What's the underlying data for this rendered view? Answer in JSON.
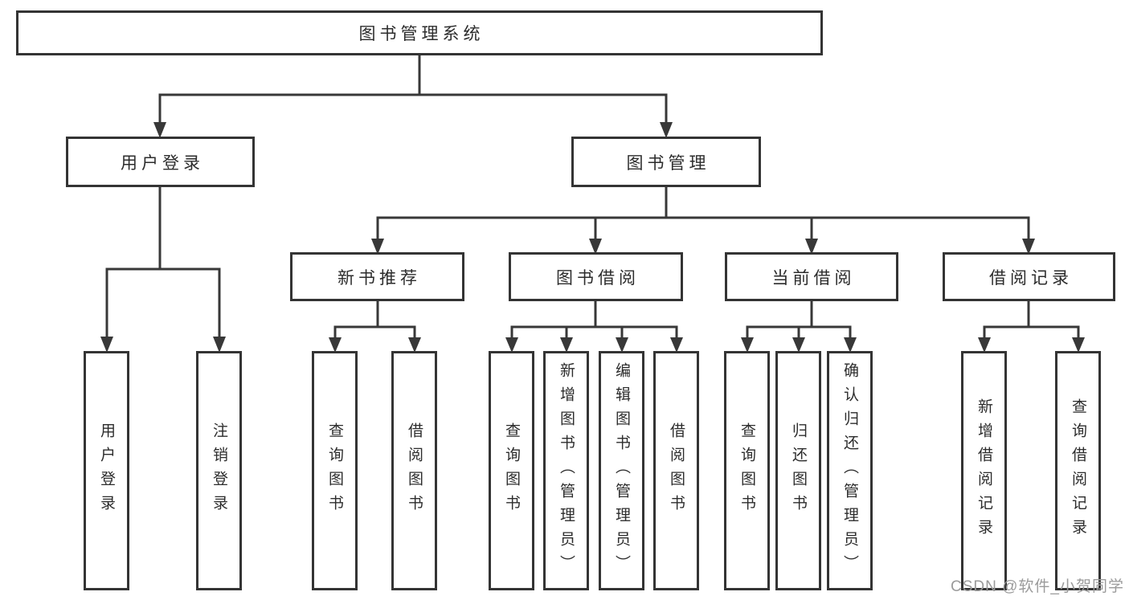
{
  "diagram_type": "hierarchy-tree",
  "colors": {
    "background": "#ffffff",
    "line": "#383838",
    "box_border": "#343434",
    "text": "#2c2c2c",
    "watermark": "#9b9b9b"
  },
  "tree": {
    "label": "图书管理系统",
    "children": [
      {
        "label": "用户登录",
        "children": [
          {
            "label": "用户登录"
          },
          {
            "label": "注销登录"
          }
        ]
      },
      {
        "label": "图书管理",
        "children": [
          {
            "label": "新书推荐",
            "children": [
              {
                "label": "查询图书"
              },
              {
                "label": "借阅图书"
              }
            ]
          },
          {
            "label": "图书借阅",
            "children": [
              {
                "label": "查询图书"
              },
              {
                "label": "新增图书（管理员）"
              },
              {
                "label": "编辑图书（管理员）"
              },
              {
                "label": "借阅图书"
              }
            ]
          },
          {
            "label": "当前借阅",
            "children": [
              {
                "label": "查询图书"
              },
              {
                "label": "归还图书"
              },
              {
                "label": "确认归还（管理员）"
              }
            ]
          },
          {
            "label": "借阅记录",
            "children": [
              {
                "label": "新增借阅记录"
              },
              {
                "label": "查询借阅记录"
              }
            ]
          }
        ]
      }
    ]
  },
  "watermark": {
    "text": "CSDN @软件_小贺同学"
  }
}
